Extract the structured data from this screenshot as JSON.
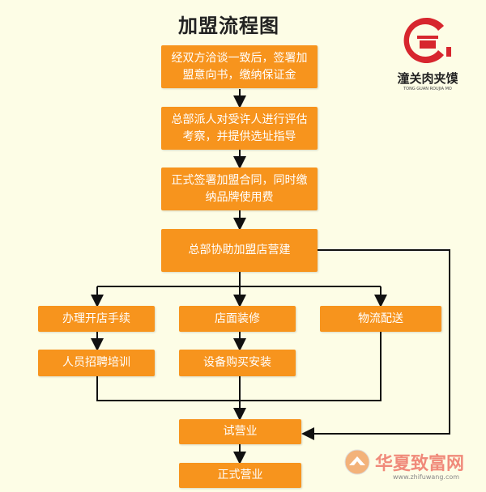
{
  "title": "加盟流程图",
  "logo": {
    "name": "潼关肉夹馍",
    "sub": "TONG GUAN ROUJIA MO"
  },
  "steps": {
    "s1": "经双方洽谈一致后，签署加盟意向书，缴纳保证金",
    "s2": "总部派人对受许人进行评估考察，并提供选址指导",
    "s3": "正式签署加盟合同，同时缴纳品牌使用费",
    "s4": "总部协助加盟店营建",
    "a1": "办理开店手续",
    "a2": "人员招聘培训",
    "b1": "店面装修",
    "b2": "设备购买安装",
    "c1": "物流配送",
    "s5": "试营业",
    "s6": "正式营业"
  },
  "watermark": {
    "name": "华夏致富网",
    "url": "www.zhifuwang.com"
  },
  "colors": {
    "box": "#f7941d",
    "background": "#fdfde6",
    "line": "#111111"
  }
}
